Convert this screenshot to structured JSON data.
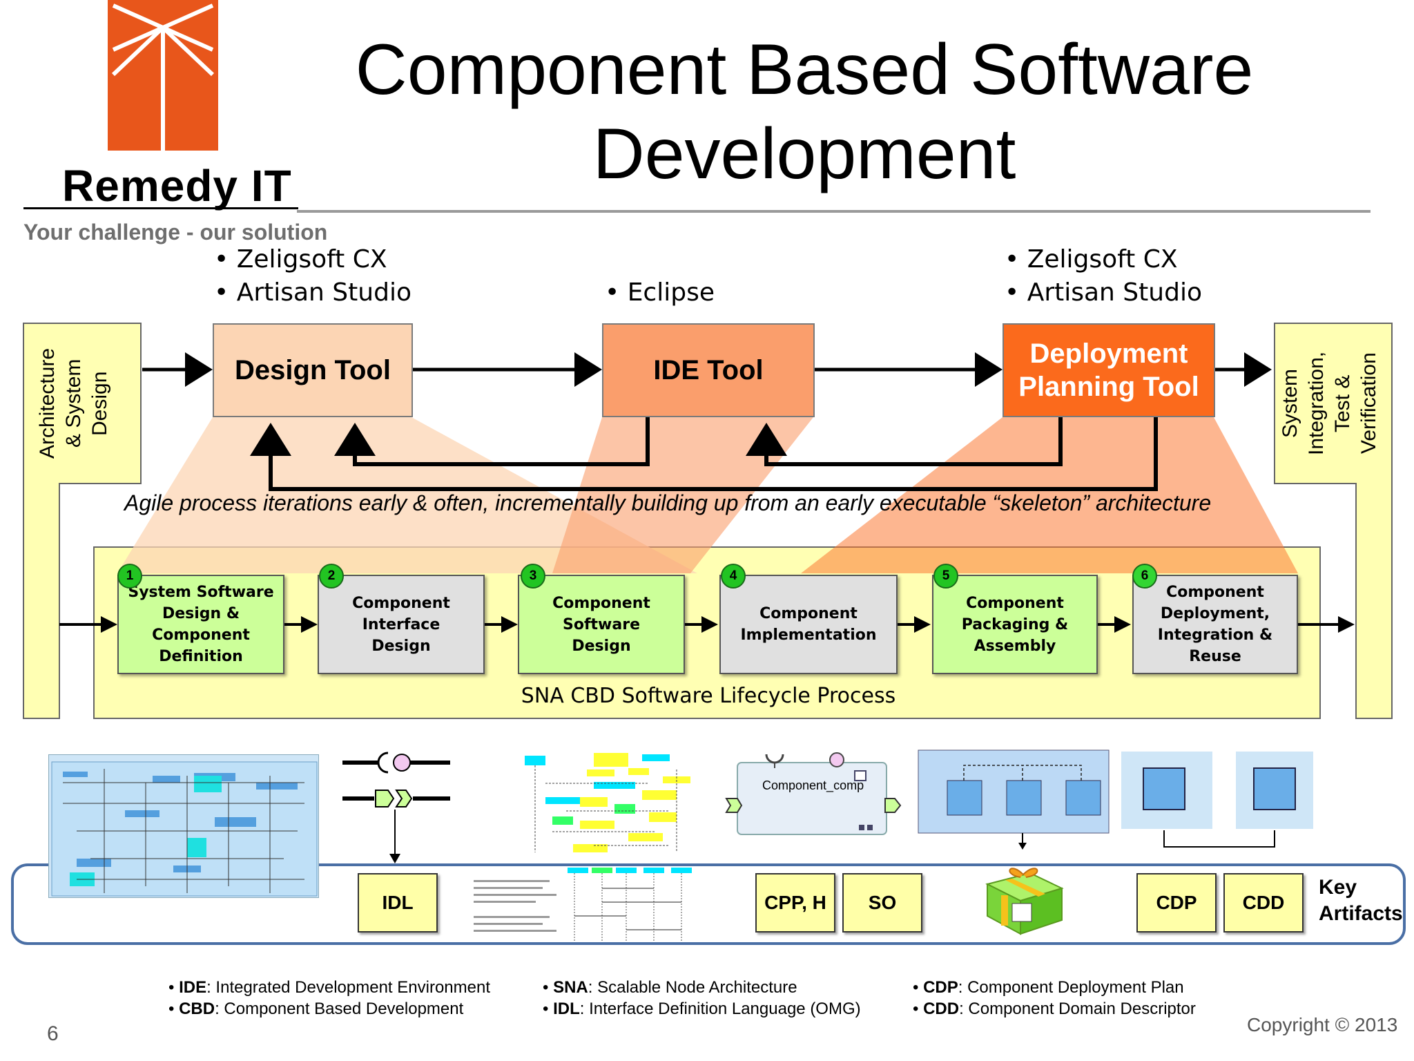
{
  "header": {
    "title_line1": "Component Based Software",
    "title_line2": "Development",
    "brand": "Remedy IT",
    "tagline": "Your challenge - our solution",
    "logo_icon": "remedy-it-logo-icon",
    "logo_color": "#e8561b"
  },
  "tool_lists": {
    "left": [
      "Zeligsoft CX",
      "Artisan Studio"
    ],
    "middle": [
      "Eclipse"
    ],
    "right": [
      "Zeligsoft CX",
      "Artisan Studio"
    ]
  },
  "tools": {
    "design": "Design Tool",
    "ide": "IDE Tool",
    "deploy_line1": "Deployment",
    "deploy_line2": "Planning Tool"
  },
  "side_labels": {
    "left_line1": "Architecture",
    "left_line2": "& System",
    "left_line3": "Design",
    "right_line1": "System",
    "right_line2": "Integration,",
    "right_line3": "Test &",
    "right_line4": "Verification"
  },
  "agile_text": "Agile process iterations early & often, incrementally building up from an early executable “skeleton” architecture",
  "lifecycle": {
    "label": "SNA CBD Software Lifecycle Process",
    "steps": [
      {
        "num": "1",
        "line1": "System Software",
        "line2": "Design & Component",
        "line3": "Definition"
      },
      {
        "num": "2",
        "line1": "Component Interface",
        "line2": "Design",
        "line3": ""
      },
      {
        "num": "3",
        "line1": "Component Software",
        "line2": "Design",
        "line3": ""
      },
      {
        "num": "4",
        "line1": "Component",
        "line2": "Implementation",
        "line3": ""
      },
      {
        "num": "5",
        "line1": "Component",
        "line2": "Packaging &",
        "line3": "Assembly"
      },
      {
        "num": "6",
        "line1": "Component",
        "line2": "Deployment,",
        "line3": "Integration & Reuse"
      }
    ]
  },
  "diagram_labels": {
    "component": "Component_comp"
  },
  "artifacts": {
    "idl": "IDL",
    "cpp": "CPP, H",
    "so": "SO",
    "cdp": "CDP",
    "cdd": "CDD",
    "key_line1": "Key",
    "key_line2": "Artifacts"
  },
  "legend": [
    [
      {
        "abbr": "IDE",
        "text": ": Integrated Development Environment"
      },
      {
        "abbr": "CBD",
        "text": ": Component Based Development"
      }
    ],
    [
      {
        "abbr": "SNA",
        "text": ": Scalable Node Architecture"
      },
      {
        "abbr": "IDL",
        "text": ": Interface Definition Language (OMG)"
      }
    ],
    [
      {
        "abbr": "CDP",
        "text": ": Component Deployment Plan"
      },
      {
        "abbr": "CDD",
        "text": ": Component Domain Descriptor"
      }
    ]
  ],
  "footer": {
    "page_number": "6",
    "copyright": "Copyright © 2013"
  },
  "colors": {
    "design_tool": "#fcd5b4",
    "ide_tool": "#fa9e6c",
    "deploy_tool": "#fb6a1c",
    "lifecycle_bg": "#ffffb3",
    "step_green": "#ccff99",
    "step_gray": "#e0e0e0",
    "artifacts_border": "#4a6fa5"
  }
}
